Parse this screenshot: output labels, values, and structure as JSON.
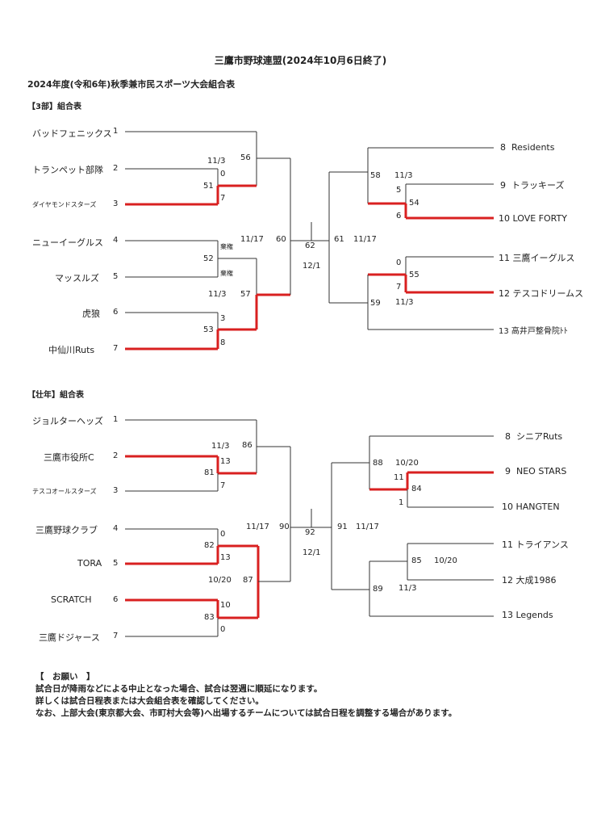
{
  "header": {
    "title": "三鷹市野球連盟(2024年10月6日終了)",
    "subtitle": "2024年度(令和6年)秋季兼市民スポーツ大会組合表"
  },
  "bracket3": {
    "section_label": "【3部】組合表",
    "left_teams": [
      {
        "name": "バッドフェニックス",
        "seed": "1"
      },
      {
        "name": "トランペット部隊",
        "seed": "2"
      },
      {
        "name": "ダイヤモンドスターズ",
        "seed": "3"
      },
      {
        "name": "ニューイーグルス",
        "seed": "4"
      },
      {
        "name": "マッスルズ",
        "seed": "5"
      },
      {
        "name": "虎狼",
        "seed": "6"
      },
      {
        "name": "中仙川Ruts",
        "seed": "7"
      }
    ],
    "right_teams": [
      {
        "seed": "8",
        "name": "Residents"
      },
      {
        "seed": "9",
        "name": "トラッキーズ"
      },
      {
        "seed": "10",
        "name": "LOVE  FORTY"
      },
      {
        "seed": "11",
        "name": "三鷹イーグルス"
      },
      {
        "seed": "12",
        "name": "テスコドリームス"
      },
      {
        "seed": "13",
        "name": "高井戸整骨院ﾄﾄ"
      }
    ],
    "labels": {
      "m51": "51",
      "m51_score_top": "0",
      "m51_score_bottom": "7",
      "m56": "56",
      "m56_date": "11/3",
      "m52": "52",
      "m52_top": "棄権",
      "m52_bottom": "棄権",
      "m53": "53",
      "m53_score_top": "3",
      "m53_score_bottom": "8",
      "m57": "57",
      "m57_date": "11/3",
      "m60": "60",
      "m60_date": "11/17",
      "final": "62",
      "final_date": "12/1",
      "m61": "61",
      "m61_date": "11/17",
      "m54": "54",
      "m54_score_top": "5",
      "m54_score_bottom": "6",
      "m58": "58",
      "m58_date": "11/3",
      "m55": "55",
      "m55_score_top": "0",
      "m55_score_bottom": "7",
      "m59": "59",
      "m59_date": "11/3"
    }
  },
  "bracketS": {
    "section_label": "【壮年】組合表",
    "left_teams": [
      {
        "name": "ジョルターヘッズ",
        "seed": "1"
      },
      {
        "name": "三鷹市役所C",
        "seed": "2"
      },
      {
        "name": "テスコオールスターズ",
        "seed": "3"
      },
      {
        "name": "三鷹野球クラブ",
        "seed": "4"
      },
      {
        "name": "TORA",
        "seed": "5"
      },
      {
        "name": "SCRATCH",
        "seed": "6"
      },
      {
        "name": "三鷹ドジャース",
        "seed": "7"
      }
    ],
    "right_teams": [
      {
        "seed": "8",
        "name": "シニアRuts"
      },
      {
        "seed": "9",
        "name": "NEO  STARS"
      },
      {
        "seed": "10",
        "name": "HANGTEN"
      },
      {
        "seed": "11",
        "name": "トライアンス"
      },
      {
        "seed": "12",
        "name": "大成1986"
      },
      {
        "seed": "13",
        "name": "Legends"
      }
    ],
    "labels": {
      "m81": "81",
      "m81_score_top": "13",
      "m81_score_bottom": "7",
      "m86": "86",
      "m86_date": "11/3",
      "m82": "82",
      "m82_score_top": "0",
      "m82_score_bottom": "13",
      "m83": "83",
      "m83_score_top": "10",
      "m83_score_bottom": "0",
      "m87": "87",
      "m87_date": "10/20",
      "m90": "90",
      "m90_date": "11/17",
      "final": "92",
      "final_date": "12/1",
      "m91": "91",
      "m91_date": "11/17",
      "m84": "84",
      "m84_score_top": "11",
      "m84_score_bottom": "1",
      "m88": "88",
      "m88_date": "10/20",
      "m85": "85",
      "m85_date": "10/20",
      "m89": "89",
      "m89_date": "11/3"
    }
  },
  "notes": {
    "heading": "【　お願い　】",
    "line1": "試合日が降雨などによる中止となった場合、試合は翌週に順延になります。",
    "line2": "詳しくは試合日程表または大会組合表を確認してください。",
    "line3": "なお、上部大会(東京都大会、市町村大会等)へ出場するチームについては試合日程を調整する場合があります。"
  }
}
